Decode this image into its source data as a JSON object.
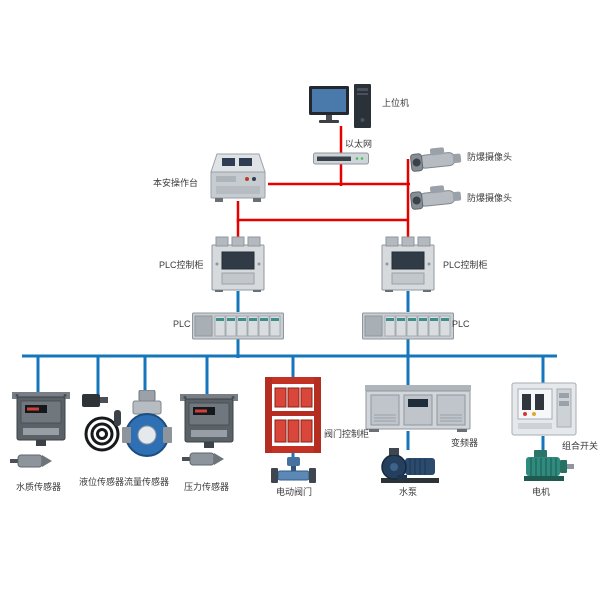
{
  "diagram": {
    "type": "industrial-control-system-topology",
    "line_colors": {
      "backbone_top": "#e60000",
      "fieldbus": "#1576bb"
    }
  },
  "nodes": {
    "host_computer": {
      "label": "上位机"
    },
    "ethernet": {
      "label": "以太网"
    },
    "camera_top": {
      "label": "防爆摄像头"
    },
    "camera_bottom": {
      "label": "防爆摄像头"
    },
    "console": {
      "label": "本安操作台"
    },
    "plc_cabinet_left": {
      "label": "PLC控制柜"
    },
    "plc_cabinet_right": {
      "label": "PLC控制柜"
    },
    "plc_left": {
      "label": "PLC"
    },
    "plc_right": {
      "label": "PLC"
    },
    "water_quality_sensor": {
      "label": "水质传感器"
    },
    "level_sensor": {
      "label": "液位传感器"
    },
    "flow_sensor": {
      "label": "流量传感器"
    },
    "pressure_sensor": {
      "label": "压力传感器"
    },
    "valve_control_cabinet": {
      "label": "阀门控制柜"
    },
    "electric_valve": {
      "label": "电动阀门"
    },
    "inverter": {
      "label": "变频器"
    },
    "water_pump": {
      "label": "水泵"
    },
    "combination_switch": {
      "label": "组合开关"
    },
    "motor": {
      "label": "电机"
    }
  }
}
